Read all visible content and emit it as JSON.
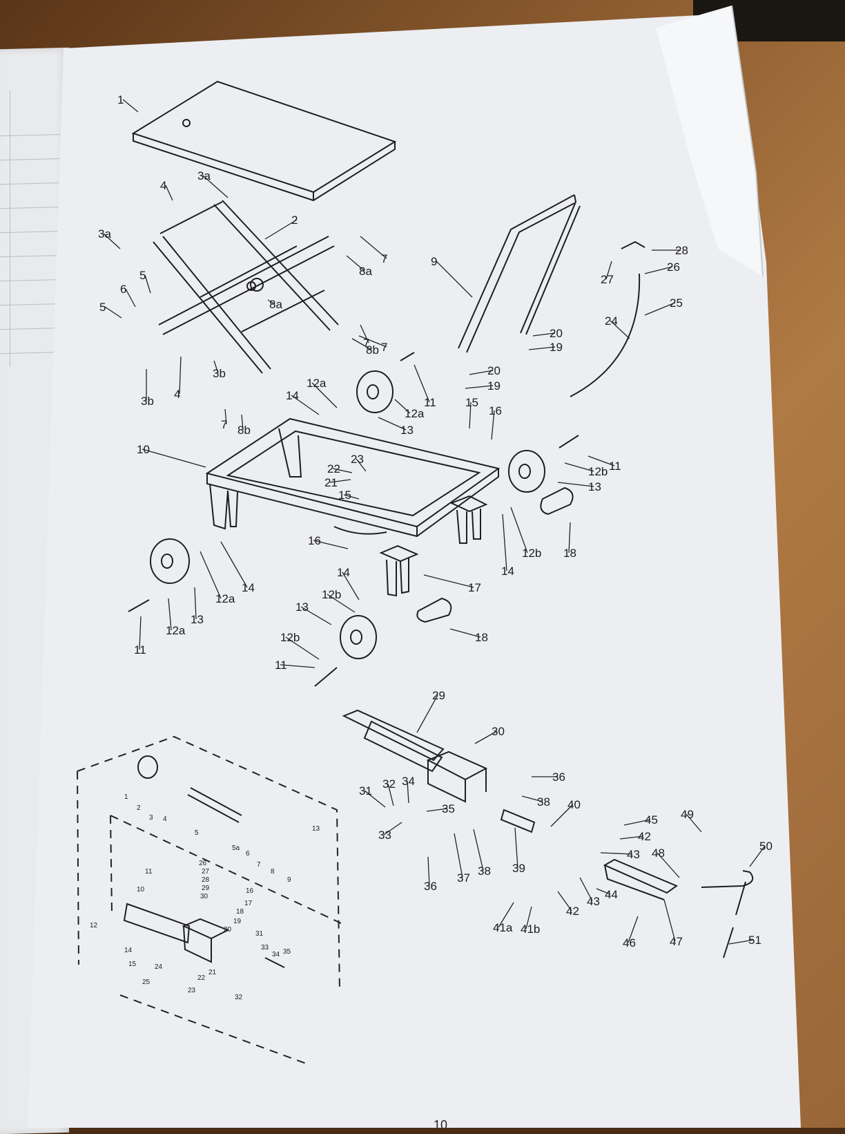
{
  "diagram": {
    "callouts_main": [
      {
        "id": "c1",
        "text": "1"
      },
      {
        "id": "c2",
        "text": "2"
      },
      {
        "id": "c3a_top",
        "text": "3a"
      },
      {
        "id": "c3a_left",
        "text": "3a"
      },
      {
        "id": "c4_top",
        "text": "4"
      },
      {
        "id": "c5_a",
        "text": "5"
      },
      {
        "id": "c5_b",
        "text": "5"
      },
      {
        "id": "c6",
        "text": "6"
      },
      {
        "id": "c7_a",
        "text": "7"
      },
      {
        "id": "c7_b",
        "text": "7"
      },
      {
        "id": "c7_c",
        "text": "7"
      },
      {
        "id": "c7_d",
        "text": "7"
      },
      {
        "id": "c8a_a",
        "text": "8a"
      },
      {
        "id": "c8a_b",
        "text": "8a"
      },
      {
        "id": "c8b_a",
        "text": "8b"
      },
      {
        "id": "c8b_b",
        "text": "8b"
      },
      {
        "id": "c3b_a",
        "text": "3b"
      },
      {
        "id": "c3b_b",
        "text": "3b"
      },
      {
        "id": "c4_b",
        "text": "4"
      },
      {
        "id": "c9",
        "text": "9"
      },
      {
        "id": "c20_a",
        "text": "20"
      },
      {
        "id": "c19_a",
        "text": "19"
      },
      {
        "id": "c20_b",
        "text": "20"
      },
      {
        "id": "c19_b",
        "text": "19"
      },
      {
        "id": "c28",
        "text": "28"
      },
      {
        "id": "c27",
        "text": "27"
      },
      {
        "id": "c26",
        "text": "26"
      },
      {
        "id": "c25",
        "text": "25"
      },
      {
        "id": "c24",
        "text": "24"
      },
      {
        "id": "c10",
        "text": "10"
      },
      {
        "id": "c12a_a",
        "text": "12a"
      },
      {
        "id": "c14_a",
        "text": "14"
      },
      {
        "id": "c12a_b",
        "text": "12a"
      },
      {
        "id": "c11_a",
        "text": "11"
      },
      {
        "id": "c13_a",
        "text": "13"
      },
      {
        "id": "c15_a",
        "text": "15"
      },
      {
        "id": "c16_a",
        "text": "16"
      },
      {
        "id": "c23",
        "text": "23"
      },
      {
        "id": "c22",
        "text": "22"
      },
      {
        "id": "c21",
        "text": "21"
      },
      {
        "id": "c15_b",
        "text": "15"
      },
      {
        "id": "c12b_a",
        "text": "12b"
      },
      {
        "id": "c11_b",
        "text": "11"
      },
      {
        "id": "c13_b",
        "text": "13"
      },
      {
        "id": "c12b_b",
        "text": "12b"
      },
      {
        "id": "c14_b",
        "text": "14"
      },
      {
        "id": "c18_a",
        "text": "18"
      },
      {
        "id": "c16_b",
        "text": "16"
      },
      {
        "id": "c17",
        "text": "17"
      },
      {
        "id": "c14_c",
        "text": "14"
      },
      {
        "id": "c12b_c",
        "text": "12b"
      },
      {
        "id": "c13_c",
        "text": "13"
      },
      {
        "id": "c12b_d",
        "text": "12b"
      },
      {
        "id": "c11_c",
        "text": "11"
      },
      {
        "id": "c18_b",
        "text": "18"
      },
      {
        "id": "c14_d",
        "text": "14"
      },
      {
        "id": "c12a_c",
        "text": "12a"
      },
      {
        "id": "c13_d",
        "text": "13"
      },
      {
        "id": "c12a_d",
        "text": "12a"
      },
      {
        "id": "c11_d",
        "text": "11"
      },
      {
        "id": "c29",
        "text": "29"
      },
      {
        "id": "c30",
        "text": "30"
      },
      {
        "id": "c36_a",
        "text": "36"
      },
      {
        "id": "c31",
        "text": "31"
      },
      {
        "id": "c32",
        "text": "32"
      },
      {
        "id": "c34",
        "text": "34"
      },
      {
        "id": "c35",
        "text": "35"
      },
      {
        "id": "c33",
        "text": "33"
      },
      {
        "id": "c38_a",
        "text": "38"
      },
      {
        "id": "c40",
        "text": "40"
      },
      {
        "id": "c45",
        "text": "45"
      },
      {
        "id": "c49",
        "text": "49"
      },
      {
        "id": "c42_a",
        "text": "42"
      },
      {
        "id": "c43_a",
        "text": "43"
      },
      {
        "id": "c48",
        "text": "48"
      },
      {
        "id": "c50",
        "text": "50"
      },
      {
        "id": "c36_b",
        "text": "36"
      },
      {
        "id": "c37",
        "text": "37"
      },
      {
        "id": "c38_b",
        "text": "38"
      },
      {
        "id": "c39",
        "text": "39"
      },
      {
        "id": "c42_b",
        "text": "42"
      },
      {
        "id": "c43_b",
        "text": "43"
      },
      {
        "id": "c44",
        "text": "44"
      },
      {
        "id": "c41a",
        "text": "41a"
      },
      {
        "id": "c41b",
        "text": "41b"
      },
      {
        "id": "c46",
        "text": "46"
      },
      {
        "id": "c47",
        "text": "47"
      },
      {
        "id": "c51",
        "text": "51"
      }
    ],
    "callouts_inset": [
      {
        "id": "i1",
        "text": "1"
      },
      {
        "id": "i2",
        "text": "2"
      },
      {
        "id": "i3",
        "text": "3"
      },
      {
        "id": "i4",
        "text": "4"
      },
      {
        "id": "i5",
        "text": "5"
      },
      {
        "id": "i5a",
        "text": "5a"
      },
      {
        "id": "i6",
        "text": "6"
      },
      {
        "id": "i7",
        "text": "7"
      },
      {
        "id": "i8",
        "text": "8"
      },
      {
        "id": "i9",
        "text": "9"
      },
      {
        "id": "i13",
        "text": "13"
      },
      {
        "id": "i11",
        "text": "11"
      },
      {
        "id": "i10",
        "text": "10"
      },
      {
        "id": "i26",
        "text": "26"
      },
      {
        "id": "i27",
        "text": "27"
      },
      {
        "id": "i28",
        "text": "28"
      },
      {
        "id": "i29",
        "text": "29"
      },
      {
        "id": "i30",
        "text": "30"
      },
      {
        "id": "i16",
        "text": "16"
      },
      {
        "id": "i17",
        "text": "17"
      },
      {
        "id": "i18",
        "text": "18"
      },
      {
        "id": "i19",
        "text": "19"
      },
      {
        "id": "i20",
        "text": "20"
      },
      {
        "id": "i12",
        "text": "12"
      },
      {
        "id": "i14",
        "text": "14"
      },
      {
        "id": "i15",
        "text": "15"
      },
      {
        "id": "i24",
        "text": "24"
      },
      {
        "id": "i25",
        "text": "25"
      },
      {
        "id": "i23",
        "text": "23"
      },
      {
        "id": "i22",
        "text": "22"
      },
      {
        "id": "i21",
        "text": "21"
      },
      {
        "id": "i31",
        "text": "31"
      },
      {
        "id": "i33",
        "text": "33"
      },
      {
        "id": "i34",
        "text": "34"
      },
      {
        "id": "i35",
        "text": "35"
      },
      {
        "id": "i32",
        "text": "32"
      }
    ],
    "page_number": "10"
  },
  "colors": {
    "paper": "#eceef2",
    "ink": "#1e1e1e",
    "table": "#9a6638"
  }
}
